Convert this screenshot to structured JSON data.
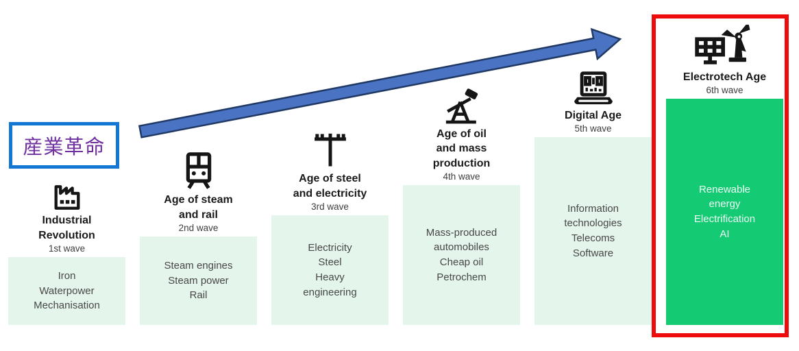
{
  "label_box": {
    "text": "産業革命"
  },
  "arrow": {
    "name": "growth-arrow",
    "direction": "up-right"
  },
  "columns": [
    {
      "icon": "factory-icon",
      "title": "Industrial\nRevolution",
      "wave": "1st wave",
      "items": "Iron\nWaterpower\nMechanisation",
      "highlighted": false
    },
    {
      "icon": "steam-train-icon",
      "title": "Age of steam\nand rail",
      "wave": "2nd wave",
      "items": "Steam engines\nSteam power\nRail",
      "highlighted": false
    },
    {
      "icon": "electricity-pole-icon",
      "title": "Age of steel\nand electricity",
      "wave": "3rd wave",
      "items": "Electricity\nSteel\nHeavy\nengineering",
      "highlighted": false
    },
    {
      "icon": "oil-pumpjack-icon",
      "title": "Age of oil\nand mass\nproduction",
      "wave": "4th wave",
      "items": "Mass-produced\nautomobiles\nCheap oil\nPetrochem",
      "highlighted": false
    },
    {
      "icon": "laptop-binary-icon",
      "title": "Digital Age",
      "wave": "5th wave",
      "items": "Information\ntechnologies\nTelecoms\nSoftware",
      "highlighted": false
    },
    {
      "icon": "solar-wind-icon",
      "title": "Electrotech Age",
      "wave": "6th wave",
      "items": "Renewable\nenergy\nElectrification\nAI",
      "highlighted": true
    }
  ],
  "colors": {
    "light_green_box": "#e4f5ec",
    "bright_green_box": "#14cb74",
    "highlight_red": "#ee0b0b",
    "arrow_blue": "#4a73c4",
    "arrow_outline": "#1f3864",
    "label_border_blue": "#1377d4",
    "label_text_purple": "#7030a0"
  }
}
